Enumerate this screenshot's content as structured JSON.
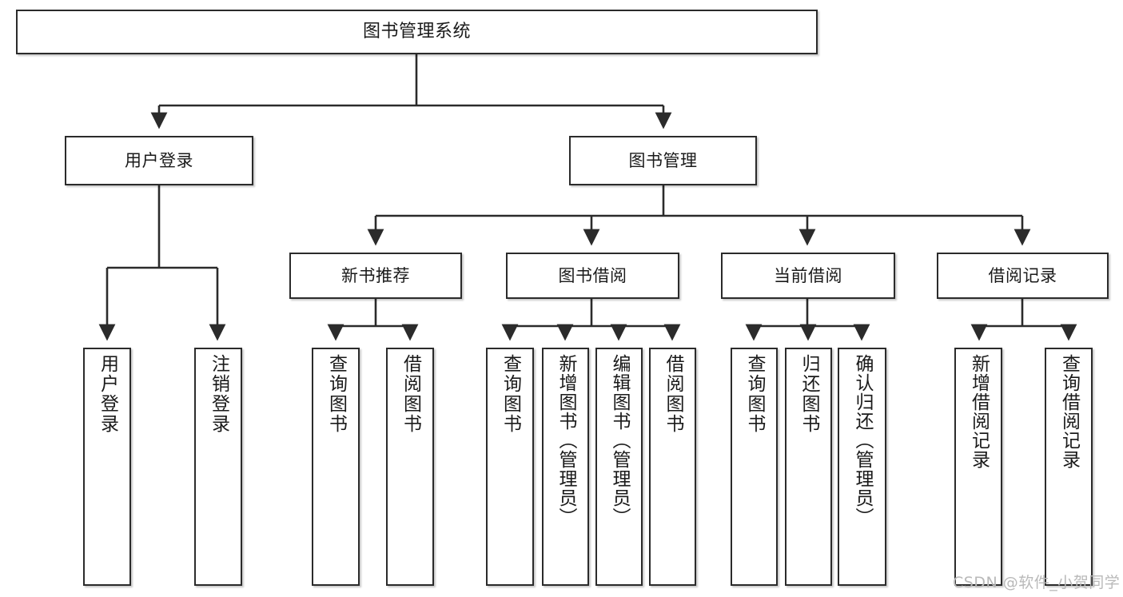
{
  "diagram": {
    "type": "tree-hierarchy",
    "title": "图书管理系统",
    "watermark": "CSDN @软件_小贺同学",
    "colors": {
      "box_border": "#2b2b2b",
      "box_fill": "#ffffff",
      "connector": "#2b2b2b",
      "text": "#1a1a1a",
      "watermark": "#b9b9b9",
      "background": "#ffffff"
    },
    "nodes": {
      "root": {
        "label": "图书管理系统"
      },
      "level2": [
        {
          "id": "user-login",
          "label": "用户登录"
        },
        {
          "id": "book-manage",
          "label": "图书管理"
        }
      ],
      "level3": [
        {
          "id": "new-book-recommend",
          "label": "新书推荐"
        },
        {
          "id": "book-borrow",
          "label": "图书借阅"
        },
        {
          "id": "current-borrow",
          "label": "当前借阅"
        },
        {
          "id": "borrow-record",
          "label": "借阅记录"
        }
      ],
      "leaves": {
        "user_login": [
          {
            "id": "leaf-user-login",
            "label": "用户登录"
          },
          {
            "id": "leaf-logout-login",
            "label": "注销登录"
          }
        ],
        "new_book_recommend": [
          {
            "id": "leaf-query-book-1",
            "label": "查询图书"
          },
          {
            "id": "leaf-borrow-book-1",
            "label": "借阅图书"
          }
        ],
        "book_borrow": [
          {
            "id": "leaf-query-book-2",
            "label": "查询图书"
          },
          {
            "id": "leaf-add-book",
            "label": "新增图书（管理员）"
          },
          {
            "id": "leaf-edit-book",
            "label": "编辑图书（管理员）"
          },
          {
            "id": "leaf-borrow-book-2",
            "label": "借阅图书"
          }
        ],
        "current_borrow": [
          {
            "id": "leaf-query-book-3",
            "label": "查询图书"
          },
          {
            "id": "leaf-return-book",
            "label": "归还图书"
          },
          {
            "id": "leaf-confirm-return",
            "label": "确认归还（管理员）"
          }
        ],
        "borrow_record": [
          {
            "id": "leaf-add-record",
            "label": "新增借阅记录"
          },
          {
            "id": "leaf-query-record",
            "label": "查询借阅记录"
          }
        ]
      }
    }
  }
}
